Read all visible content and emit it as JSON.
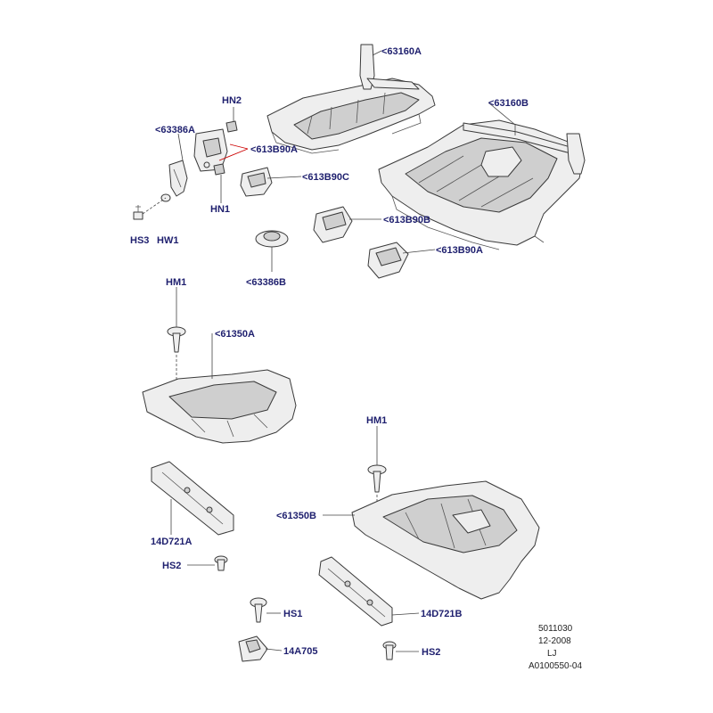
{
  "callouts": {
    "c63160A": "<63160A",
    "c63160B": "<63160B",
    "hn2": "HN2",
    "c63386A": "<63386A",
    "c613B90A_1": "<613B90A",
    "c613B90C": "<613B90C",
    "hn1": "HN1",
    "hs3": "HS3",
    "hw1": "HW1",
    "c613B90B": "<613B90B",
    "c613B90A_2": "<613B90A",
    "c63386B": "<63386B",
    "hm1_1": "HM1",
    "c61350A": "<61350A",
    "hm1_2": "HM1",
    "c61350B": "<61350B",
    "c14D721A": "14D721A",
    "hs2_1": "HS2",
    "hs1": "HS1",
    "c14A705": "14A705",
    "c14D721B": "14D721B",
    "hs2_2": "HS2"
  },
  "meta": {
    "code": "5011030",
    "date": "12-2008",
    "initials": "LJ",
    "ref": "A0100550-04"
  },
  "colors": {
    "callout_text": "#1e1f6e",
    "highlight_leader": "#cc0000"
  }
}
